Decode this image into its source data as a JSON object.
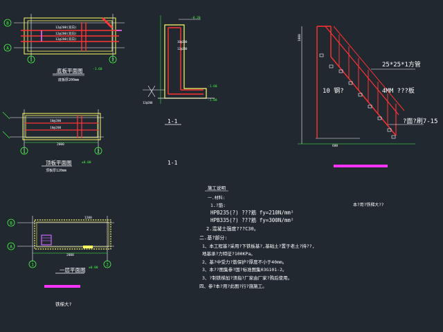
{
  "views": {
    "bottom_plan": {
      "title": "底板平面图",
      "note": "底板厚200mm",
      "elev": "-1.60",
      "axis_b": "B",
      "axis_a": "A",
      "axis_1": "1",
      "axis_2": "2",
      "rebar1": "12@200(双向)",
      "rebar2": "12@200(双向)",
      "rebar3": "12@200(双向)"
    },
    "top_plan": {
      "title": "顶板平面图",
      "note": "顶板厚120mm",
      "elev": "±0.00",
      "dim_bottom": "2000",
      "rebar1": "10@200",
      "rebar2": "10@200",
      "axis_1": "1",
      "axis_2": "2"
    },
    "section": {
      "title": "1-1",
      "title2": "1-1",
      "elev1": "-0.20",
      "elev2": "-1.60",
      "elev3": "-1.80",
      "rebar_a": "10@200",
      "rebar_b": "12@200",
      "rebar_c": "12@200"
    },
    "floor_plan": {
      "title": "一层平面图",
      "elev": "±0.00",
      "axis_b": "B",
      "axis_a": "A",
      "axis_1": "1",
      "axis_2": "2",
      "dim_bottom": "2000",
      "label_top": "1200"
    },
    "ladder": {
      "label_pipe": "25*25*1方管",
      "label_bar": "10 钢?",
      "label_plate": "4MM ???板",
      "label_paint": "?面?刷7-15",
      "dim_left": "1800",
      "dim_bottom": "600"
    }
  },
  "notes": {
    "heading": "施工说明",
    "items": [
      "一.材料:",
      "1.?筋:",
      "HPB235(?)  ???筋   fy=210N/mm²",
      "HPB335(?)  ???筋   fy=300N/mm²",
      "2.混凝土强度???C30。",
      "二.基?部分:",
      "1、本工程基?采用?下铁板基?,基础土?置于老土?持??,",
      "   地基承?力特征?100KPa。",
      "2、基?中受力?筋保护?厚度不小于40mm。",
      "3、本??图集参?国?标准图集03G101-2。",
      "3、?制铁梯加?须指?厂家由厂家?购后使用。",
      "四、参?本?用?此图?行?施施工。"
    ],
    "side_note": "本?用?铁梯大??",
    "bottom_left": "铁梯大?"
  }
}
